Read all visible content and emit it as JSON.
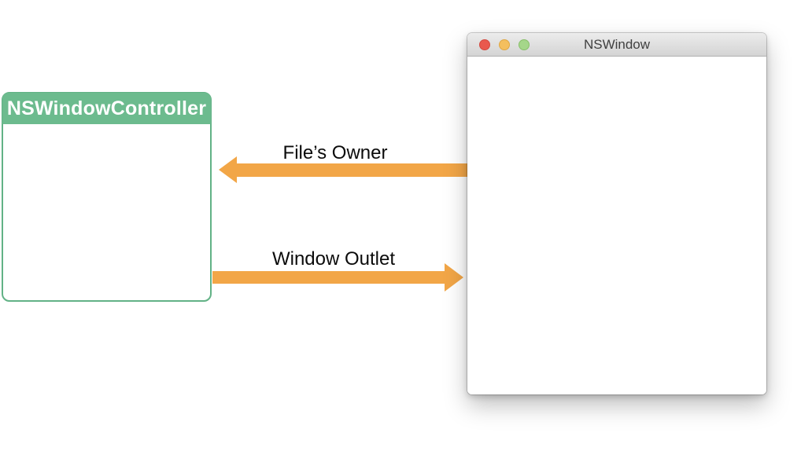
{
  "controller_box": {
    "title": "NSWindowController",
    "header_color": "#6CBB8E",
    "border_color": "#62B286"
  },
  "mac_window": {
    "title": "NSWindow",
    "traffic_lights": {
      "close_color": "#E9594E",
      "minimize_color": "#F4BF5E",
      "zoom_color": "#A5D68A"
    }
  },
  "connections": {
    "files_owner": {
      "label": "File’s Owner",
      "direction": "right-to-left"
    },
    "window_outlet": {
      "label": "Window Outlet",
      "direction": "left-to-right"
    }
  },
  "colors": {
    "arrow": "#F2A647"
  }
}
